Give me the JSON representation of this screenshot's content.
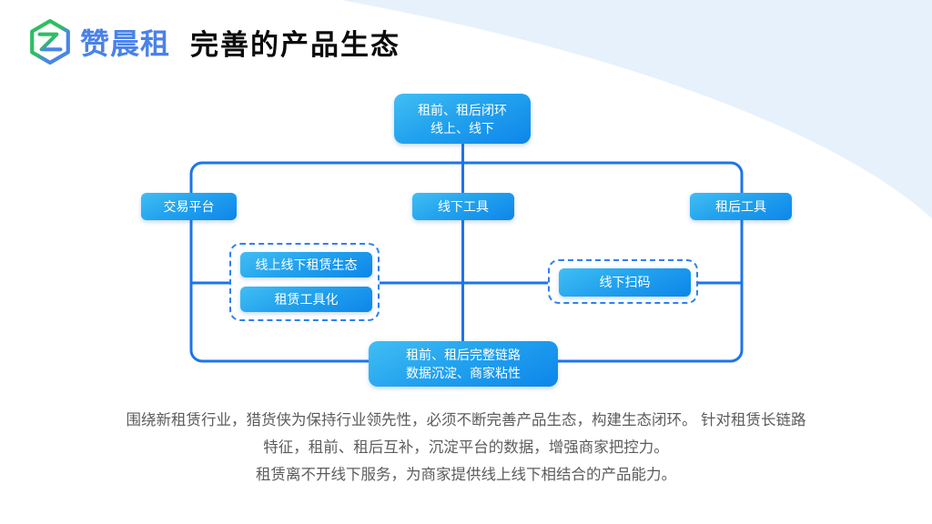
{
  "logo": {
    "text": "赞晨租"
  },
  "title": "完善的产品生态",
  "diagram": {
    "top_line1": "租前、租后闭环",
    "top_line2": "线上、线下",
    "trading_platform": "交易平台",
    "offline_tools": "线下工具",
    "post_rental_tools": "租后工具",
    "ecosystem_item1": "线上线下租赁生态",
    "ecosystem_item2": "租赁工具化",
    "offline_scan": "线下扫码",
    "bottom_line1": "租前、租后完整链路",
    "bottom_line2": "数据沉淀、商家粘性"
  },
  "description": {
    "line1": "围绕新租赁行业，猎货侠为保持行业领先性，必须不断完善产品生态，构建生态闭环。 针对租赁长链路",
    "line2": "特征，租前、租后互补，沉淀平台的数据，增强商家把控力。",
    "line3": "租赁离不开线下服务，为商家提供线上线下相结合的产品能力。"
  },
  "colors": {
    "box_gradient_start": "#41bef4",
    "box_gradient_end": "#0d86ea",
    "connector": "#1d74ec",
    "dashed_border": "#2f80f0",
    "blob": "#e6f1fc",
    "logo_blue": "#4a82e8",
    "logo_green": "#2fbe62",
    "title_color": "#0c0c0c",
    "paragraph_color": "#5c5c5c"
  }
}
